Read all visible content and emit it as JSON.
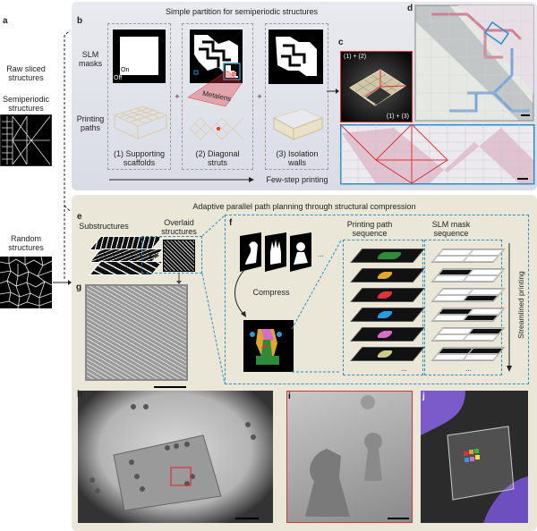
{
  "panels": {
    "a": "a",
    "b": "b",
    "c": "c",
    "d": "d",
    "e": "e",
    "f": "f",
    "g": "g",
    "h": "h",
    "i": "i",
    "j": "j"
  },
  "left": {
    "raw_sliced": "Raw sliced structures",
    "semiperiodic": "Semiperiodic structures",
    "random": "Random structures"
  },
  "top": {
    "title": "Simple partition for semiperiodic structures",
    "slm_masks": "SLM masks",
    "printing_paths": "Printing paths",
    "on": "On",
    "off": "Off",
    "metalens": "Metalens",
    "plus": "+",
    "steps": [
      "(1) Supporting scaffolds",
      "(2) Diagonal struts",
      "(3) Isolation walls"
    ],
    "few_step": "Few-step printing",
    "c_label_1": "(1) + (2)",
    "c_label_2": "(1) + (3)"
  },
  "bottom": {
    "title": "Adaptive parallel path planning through structural compression",
    "substructures": "Substructures",
    "overlaid": "Overlaid structures",
    "ellipsis": "...",
    "compress": "Compress",
    "printing_path_sequence": "Printing path sequence",
    "slm_mask_sequence": "SLM mask sequence",
    "streamlined": "Streamlined printing"
  },
  "colors": {
    "red": "#e0313a",
    "blue": "#2a8fc4",
    "green": "#2e8b3a",
    "yellow": "#e0a82a",
    "pink": "#d96bc8"
  },
  "path_layers": [
    {
      "color": "#2e8b3a"
    },
    {
      "color": "#e0a82a"
    },
    {
      "color": "#e0313a"
    },
    {
      "color": "#2a9be0"
    },
    {
      "color": "#d96bc8"
    },
    {
      "color": "#cccc88"
    }
  ],
  "mask_layers": [
    [
      "w",
      "w",
      "w",
      "w"
    ],
    [
      "k",
      "w",
      "w",
      "w"
    ],
    [
      "w",
      "w",
      "w",
      "k"
    ],
    [
      "k",
      "w",
      "w",
      "k"
    ],
    [
      "w",
      "k",
      "w",
      "w"
    ],
    [
      "k",
      "k",
      "w",
      "w"
    ]
  ]
}
